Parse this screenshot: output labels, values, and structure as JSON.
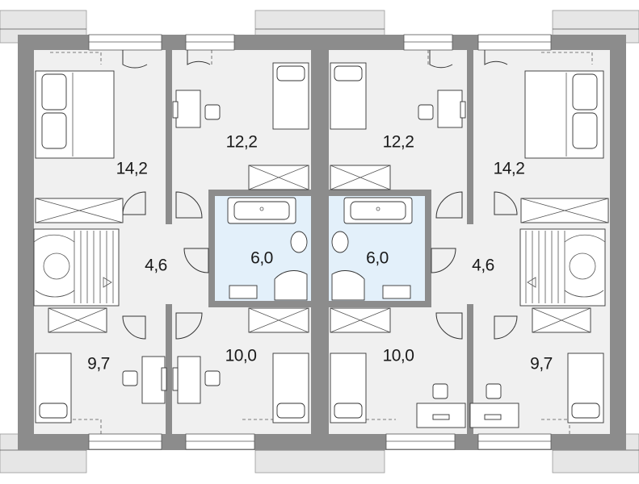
{
  "rooms": [
    {
      "id": "bedroom-left-top",
      "area": "14,2"
    },
    {
      "id": "bedroom-left-mid",
      "area": "12,2"
    },
    {
      "id": "bedroom-right-mid",
      "area": "12,2"
    },
    {
      "id": "bedroom-right-top",
      "area": "14,2"
    },
    {
      "id": "hall-left",
      "area": "4,6"
    },
    {
      "id": "bathroom-left",
      "area": "6,0"
    },
    {
      "id": "bathroom-right",
      "area": "6,0"
    },
    {
      "id": "hall-right",
      "area": "4,6"
    },
    {
      "id": "bedroom-left-bottom",
      "area": "9,7"
    },
    {
      "id": "room-left-bottom",
      "area": "10,0"
    },
    {
      "id": "room-right-bottom",
      "area": "10,0"
    },
    {
      "id": "bedroom-right-bottom",
      "area": "9,7"
    }
  ],
  "colors": {
    "wall": "#8c8c8c",
    "floor": "#f0f0f0",
    "bathroom_floor": "#e3f0fa",
    "balcony": "#e6e6e6"
  }
}
